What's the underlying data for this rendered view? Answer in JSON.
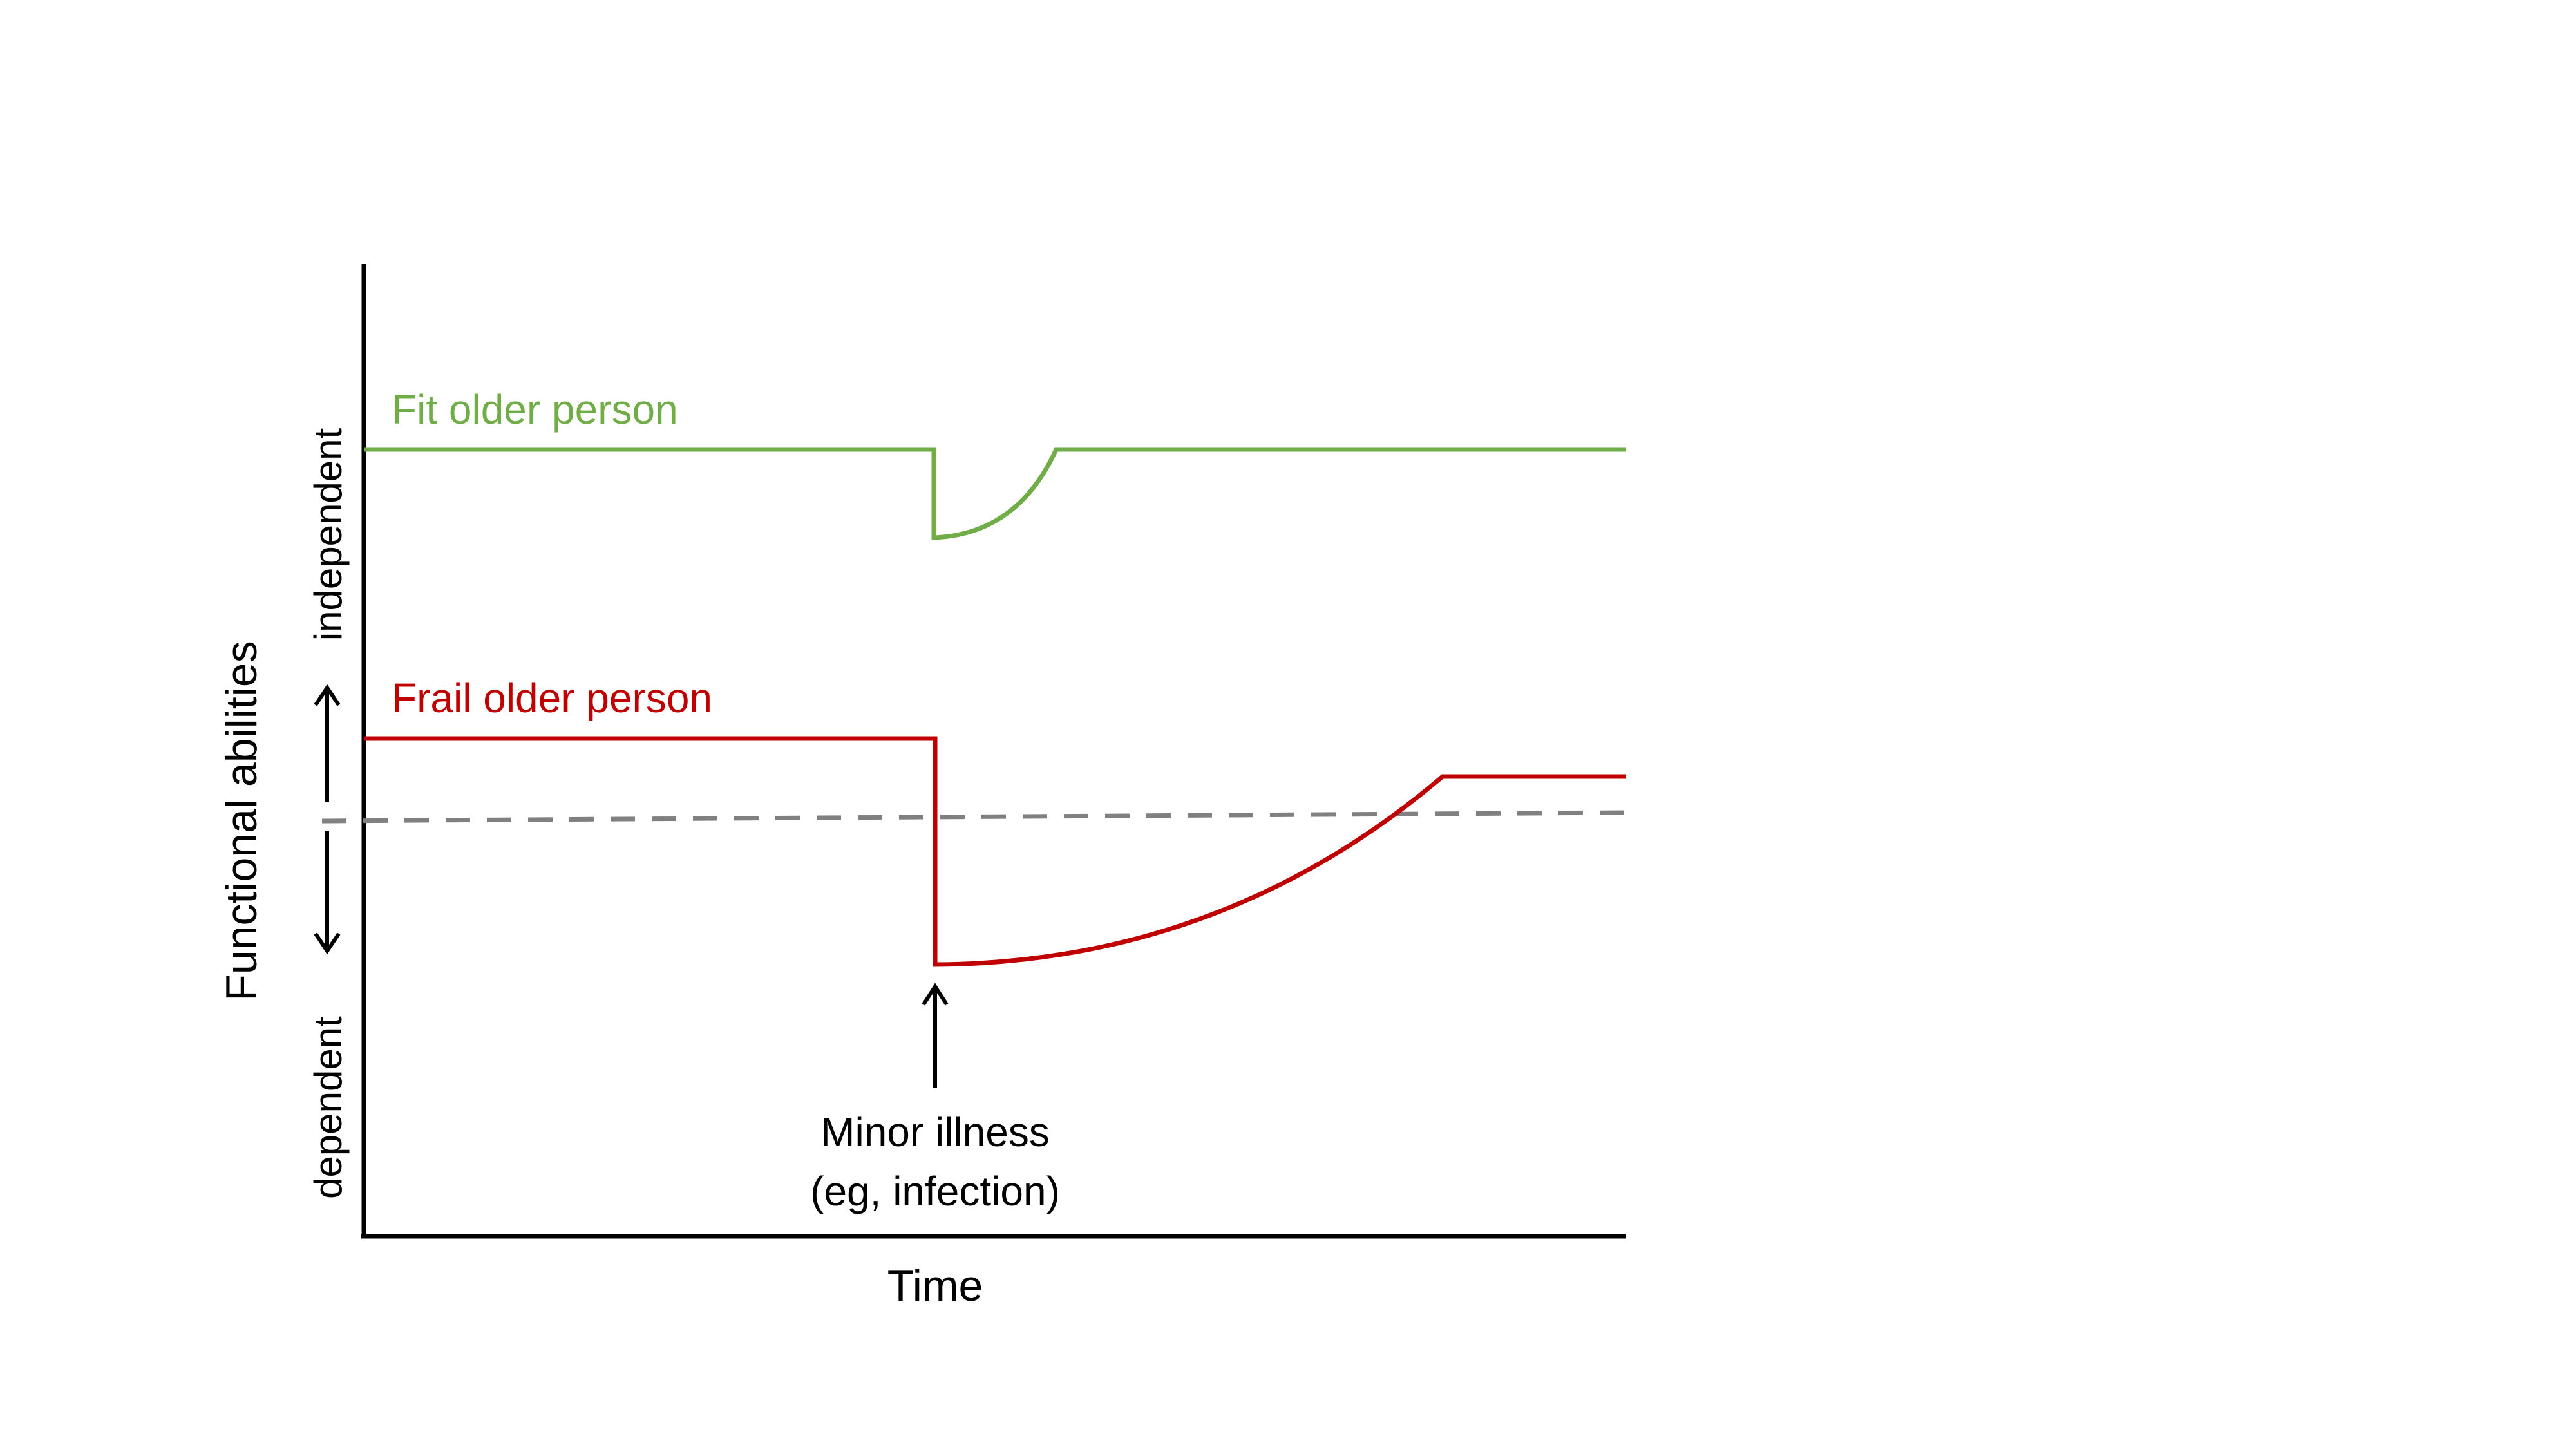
{
  "labels": {
    "y_axis": "Functional abilities",
    "independent": "independent",
    "dependent": "dependent",
    "x_axis": "Time",
    "event_line1": "Minor illness",
    "event_line2": "(eg, infection)"
  },
  "series": {
    "fit": {
      "name": "Fit older person",
      "color": "#70AD47"
    },
    "frail": {
      "name": "Frail older person",
      "color": "#C00000"
    }
  },
  "colors": {
    "axis": "#000000",
    "threshold": "#808080",
    "text": "#000000"
  }
}
